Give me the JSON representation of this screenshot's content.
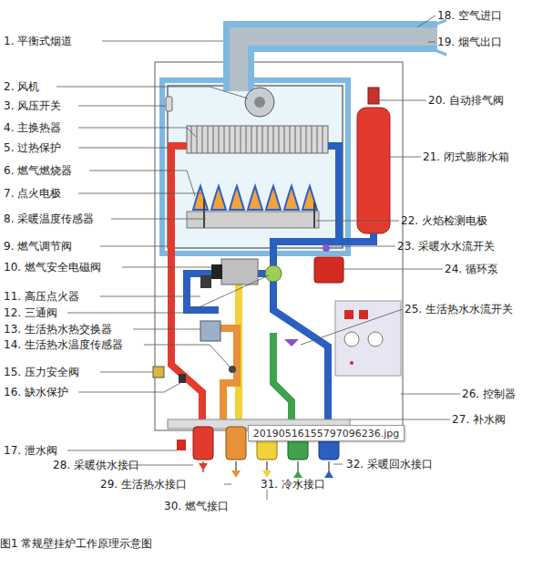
{
  "diagram": {
    "caption": "图1 常规壁挂炉工作原理示意图",
    "nodes": [
      {
        "text": [
          "20190516155797096236.jpg"
        ]
      }
    ],
    "labels": [
      "1. 平衡式烟道",
      "2. 风机",
      "3. 风压开关",
      "4. 主换热器",
      "5. 过热保护",
      "6. 燃气燃烧器",
      "7. 点火电极",
      "8. 采暖温度传感器",
      "9. 燃气调节阀",
      "10. 燃气安全电磁阀",
      "11. 高压点火器",
      "12. 三通阀",
      "13. 生活热水热交换器",
      "14. 生活热水温度传感器",
      "15. 压力安全阀",
      "16. 缺水保护",
      "17. 泄水阀",
      "18. 空气进口",
      "19. 烟气出口",
      "20. 自动排气阀",
      "21. 闭式膨胀水箱",
      "22. 火焰检测电极",
      "23. 采暖水水流开关",
      "24. 循环泵",
      "25. 生活热水水流开关",
      "26. 控制器",
      "27. 补水阀",
      "28. 采暖供水接口",
      "29. 生活热水接口",
      "30. 燃气接口",
      "31. 冷水接口",
      "32. 采暖回水接口"
    ]
  }
}
